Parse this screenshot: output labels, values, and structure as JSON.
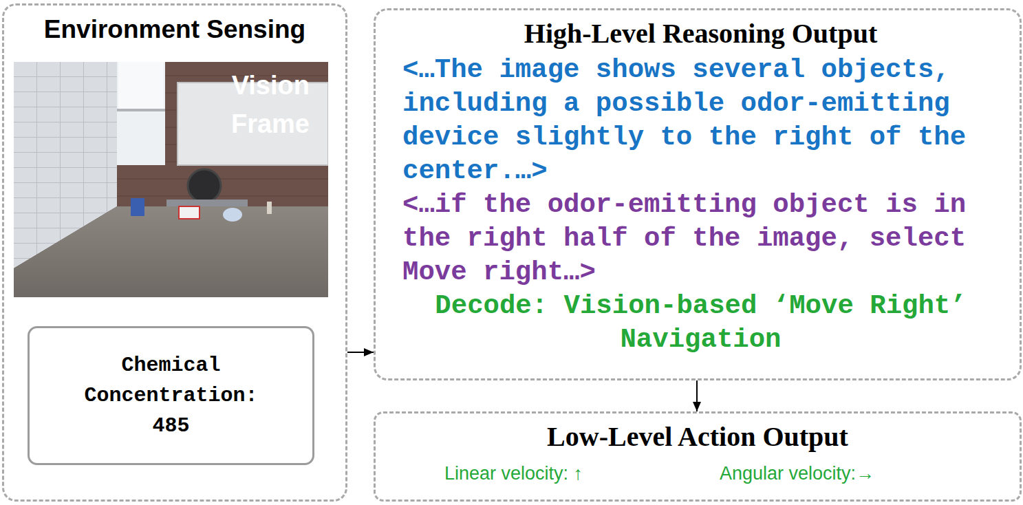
{
  "diagram": {
    "nodes": [
      {
        "text": [
          "Environment Sensing"
        ]
      },
      {
        "text": [
          "Chemical Concentration: 485"
        ],
        "in": 0
      },
      {
        "text": [
          "High-Level Reasoning Output",
          "<…The image shows several objects, including a possible odor-emitting device slightly to the right of the center.…>",
          "<…if the odor-emitting object is in the right half of the image, select Move right…>",
          "Decode: Vision-based ‘Move Right’ Navigation"
        ]
      },
      {
        "text": [
          "Low-Level Action Output",
          "Linear velocity: ↑",
          "Angular velocity:→"
        ]
      }
    ],
    "edges": [
      {
        "from": 0,
        "to": 2,
        "arrow": "to"
      },
      {
        "from": 2,
        "to": 3,
        "arrow": "to"
      }
    ],
    "labels": [
      "Vision Frame"
    ]
  }
}
